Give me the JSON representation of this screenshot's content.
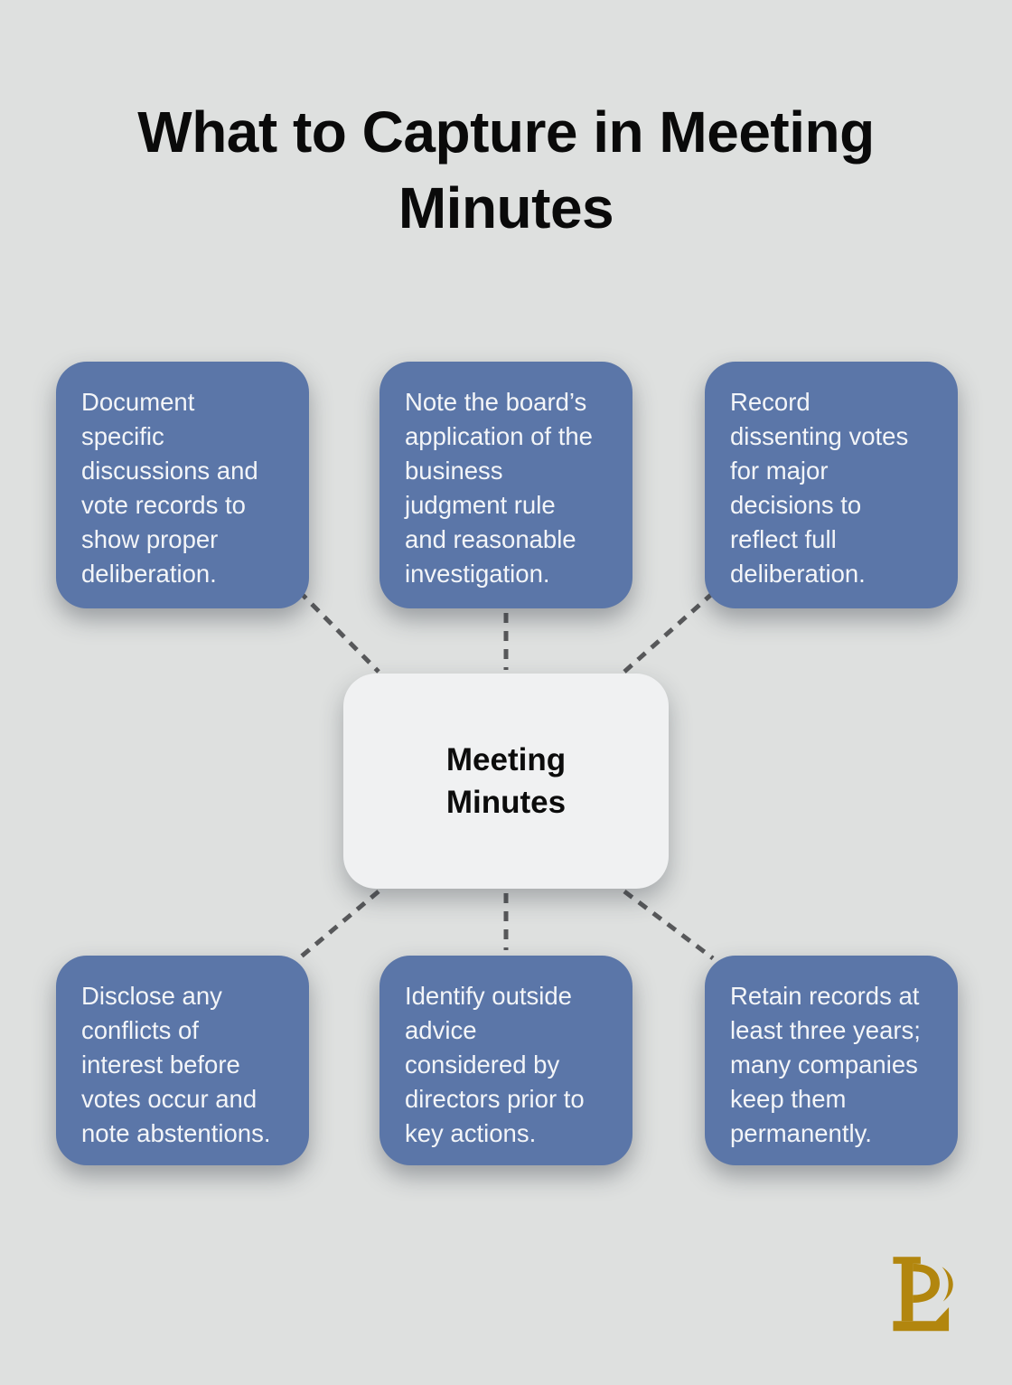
{
  "header": {
    "title": "What to Capture in Meeting\nMinutes"
  },
  "center": {
    "label": "Meeting\nMinutes"
  },
  "nodes": [
    {
      "id": "top-left",
      "text": "Document\nspecific\ndiscussions and\nvote records to\nshow proper\ndeliberation."
    },
    {
      "id": "top-center",
      "text": "Note the board’s\napplication of the\nbusiness\njudgment rule\nand reasonable\ninvestigation."
    },
    {
      "id": "top-right",
      "text": "Record\ndissenting votes\nfor major\ndecisions to\nreflect full\ndeliberation."
    },
    {
      "id": "bottom-left",
      "text": "Disclose any\nconflicts of\ninterest before\nvotes occur and\nnote abstentions."
    },
    {
      "id": "bottom-center",
      "text": "Identify outside\nadvice\nconsidered by\ndirectors prior to\nkey actions."
    },
    {
      "id": "bottom-right",
      "text": "Retain records at\nleast three years;\nmany companies\nkeep them\npermanently."
    }
  ],
  "icons": {
    "logo": "lp-monogram-logo"
  },
  "colors": {
    "background": "#dee0df",
    "node_fill": "#5b76a8",
    "node_text": "#f3f5f8",
    "center_fill": "#f0f1f2",
    "center_text": "#0c0c0c",
    "connector": "#57585a",
    "title_text": "#0a0a0a",
    "logo_gold": "#b2860e"
  }
}
